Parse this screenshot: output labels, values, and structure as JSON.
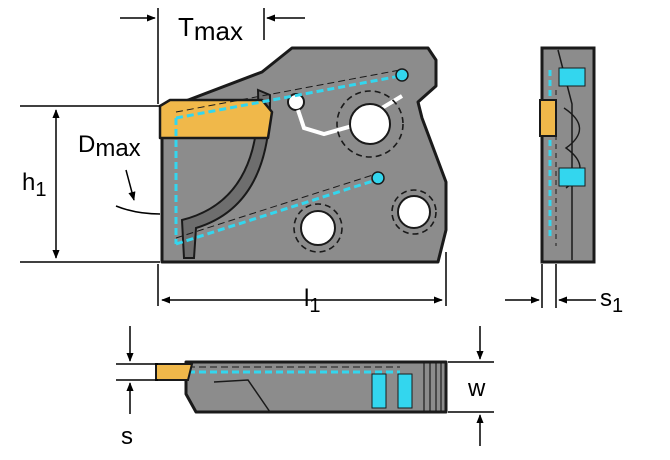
{
  "labels": {
    "t_max": {
      "main": "T",
      "sub": "max"
    },
    "d_max": {
      "main": "D",
      "sub": "max"
    },
    "h1": {
      "main": "h",
      "sub": "1"
    },
    "l1": {
      "main": "l",
      "sub": "1"
    },
    "s1": {
      "main": "s",
      "sub": "1"
    },
    "w": "w",
    "s": "s"
  },
  "colors": {
    "body": "#8c8c8c",
    "body_dark": "#6e6e6e",
    "outline": "#1a1a1a",
    "insert": "#f0b84a",
    "coolant": "#33d6ee",
    "dimension": "#000000"
  }
}
